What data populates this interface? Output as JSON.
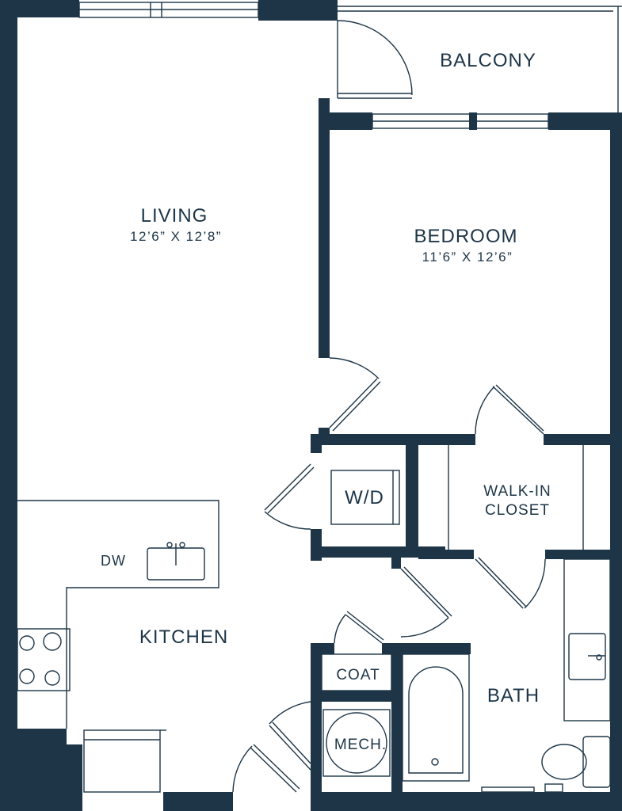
{
  "colors": {
    "wall": "#1d3547",
    "line": "#1d3547",
    "background": "#ffffff"
  },
  "rooms": {
    "balcony": {
      "name": "BALCONY"
    },
    "living": {
      "name": "LIVING",
      "dims": "12’6” X 12’8”"
    },
    "bedroom": {
      "name": "BEDROOM",
      "dims": "11’6” X 12’6”"
    },
    "kitchen": {
      "name": "KITCHEN"
    },
    "wd": {
      "name": "W/D"
    },
    "walk_in_closet": {
      "line1": "WALK-IN",
      "line2": "CLOSET"
    },
    "dw": {
      "name": "DW"
    },
    "coat": {
      "name": "COAT"
    },
    "mech": {
      "name": "MECH."
    },
    "bath": {
      "name": "BATH"
    }
  }
}
